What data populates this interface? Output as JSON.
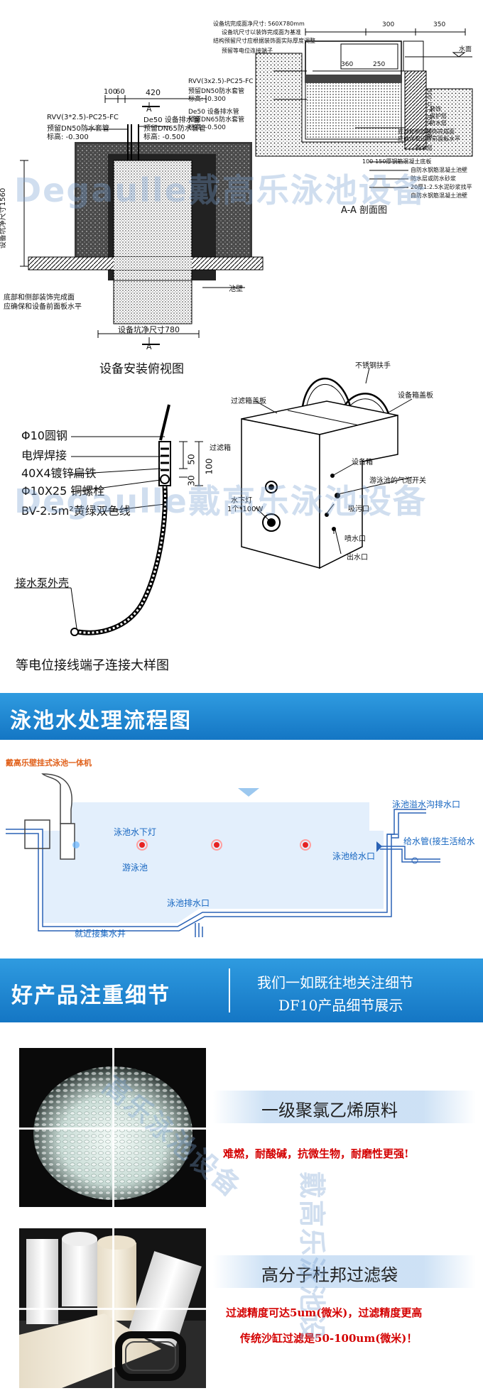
{
  "watermark": {
    "text1": "Degaulle戴高乐泳池设备",
    "text2": "Degaulle戴高乐泳池设备",
    "text3": "高乐泳池设备",
    "text4": "戴高乐泳池设"
  },
  "install_plan": {
    "title": "设备安装俯视图",
    "dim_100": "100",
    "dim_60": "60",
    "dim_420": "420",
    "rvv_1": "RVV(3*2.5)-PC25-FC",
    "rvv_2": "预留DN50防水套管",
    "rvv_3": "标高: -0.300",
    "de50_1": "De50 设备排水管",
    "de50_2": "预留DN65防水套管",
    "de50_3": "标高: -0.500",
    "side_dim": "设备坑净尺寸1560",
    "pool_wall": "池壁",
    "bottom_note_1": "底部和侧部装饰完成面",
    "bottom_note_2": "应确保和设备前面板水平",
    "bottom_dim": "设备坑净尺寸780",
    "section_mark": "A"
  },
  "section_aa": {
    "title": "A-A 剖面图",
    "note_1": "设备坑完成面净尺寸: 560X780mm",
    "note_2": "设备坑尺寸以装饰完成面为基准",
    "note_3": "结构预留尺寸应根据装饰面实际厚度调整",
    "note_4": "预留等电位连接端子",
    "dim_300": "300",
    "dim_350": "350",
    "dim_360": "360",
    "dim_250": "250",
    "water_level": "水面",
    "side_label": "300 以下 防水 设备",
    "rvv_1": "RVV(3x2.5)-PC25-FC",
    "rvv_2": "预留DN50防水套管",
    "rvv_3": "标高: -0.300",
    "de50_1": "De50 设备排水管",
    "de50_2": "预留DN65防水套管",
    "de50_3": "标高: -0.500",
    "layer_1": "装饰",
    "layer_2": "保护层",
    "layer_3": "防水层",
    "base_1": "底部和侧部装饰完成面",
    "base_2": "应确保和设备前面板水平",
    "l1": "防水层",
    "l2": "100-150厚钢筋混凝土底板",
    "l3": "自防水钢筋混凝土池壁",
    "l4": "防水层或防水砂浆",
    "l5": "20厚1:2.5水泥砂浆找平",
    "l6": "自防水钢筋混凝土池壁"
  },
  "bonding_detail": {
    "title": "等电位接线端子连接大样图",
    "item_1": "Φ10圆钢",
    "item_2": "电焊焊接",
    "item_3": "40X4镀锌扁铁",
    "item_4": "Φ10X25 铜螺栓",
    "item_5": "BV-2.5m²黄绿双色线",
    "item_6": "接水泵外壳",
    "dim_50": "50",
    "dim_30": "30",
    "dim_100": "100"
  },
  "equipment_iso": {
    "handle": "不锈钢扶手",
    "cover": "设备箱盖板",
    "filter_cover": "过滤箱盖板",
    "filter_box": "过滤箱",
    "equip_box": "设备箱",
    "jet_switch": "游泳池的气泡开关",
    "light_1": "水下灯",
    "light_2": "1个*100W",
    "suction": "吸污口",
    "spray": "喷水口",
    "outlet": "出水口"
  },
  "flow_banner": {
    "title": "泳池水处理流程图"
  },
  "flow": {
    "machine": "戴高乐壁挂式泳池一体机",
    "light": "泳池水下灯",
    "pool": "游泳池",
    "supply": "泳池给水口",
    "drain": "泳池排水口",
    "overflow": "泳池溢水沟排水口",
    "feed": "给水管(接生活给水",
    "sump": "就近接集水井"
  },
  "detail_banner": {
    "title": "好产品注重细节",
    "line1": "我们一如既往地关注细节",
    "line2": "DF10产品细节展示"
  },
  "detail_1": {
    "title": "一级聚氯乙烯原料",
    "desc": "难燃，耐酸碱，抗微生物，耐磨性更强!"
  },
  "detail_2": {
    "title": "高分子杜邦过滤袋",
    "desc1": "过滤精度可达5um(微米)，过滤精度更高",
    "desc2": "传统沙缸过滤是50-100um(微米)！"
  },
  "colors": {
    "banner_blue": "#1a83d0",
    "water": "#e3effc",
    "accent_red": "#d40000",
    "flow_label": "#1565c0"
  }
}
